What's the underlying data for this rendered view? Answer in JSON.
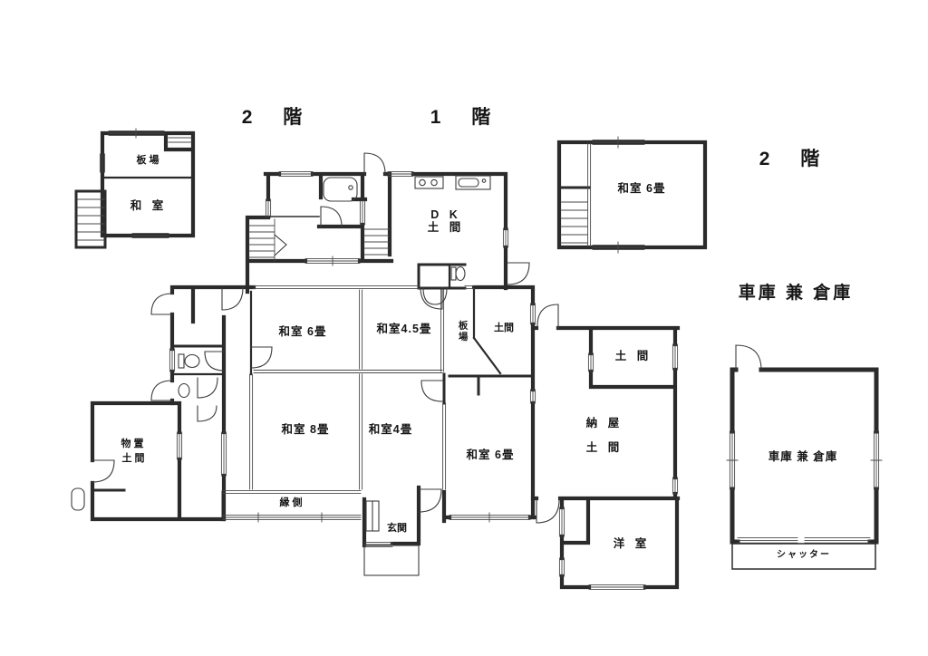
{
  "titles": {
    "floor2_left": "2 階",
    "floor1": "1 階",
    "floor2_right": "2 階",
    "garage_section": "車庫 兼 倉庫"
  },
  "plan_2f_left": {
    "itaba": "板 場",
    "washitsu": "和 室"
  },
  "plan_2f_right": {
    "washitsu6": "和室 6畳"
  },
  "plan_1f": {
    "dk_line1": "D K",
    "dk_line2": "土 間",
    "washitsu6_upper": "和室 6畳",
    "washitsu45": "和室4.5畳",
    "itaba": "板場",
    "doma_upper": "土間",
    "washitsu8": "和室 8畳",
    "washitsu4": "和室4畳",
    "washitsu6_lower": "和室 6畳",
    "engawa": "縁 側",
    "genkan": "玄関",
    "monooki_line1": "物 置",
    "monooki_line2": "土 間"
  },
  "naya": {
    "doma_north": "土 間",
    "line1": "納 屋",
    "line2": "土 間",
    "yoshitsu": "洋 室"
  },
  "garage": {
    "room": "車庫 兼 倉庫",
    "shutter": "シャッター"
  },
  "colors": {
    "wall": "#2b2b2b",
    "thin": "#4a4a4a",
    "paper": "#ffffff"
  }
}
